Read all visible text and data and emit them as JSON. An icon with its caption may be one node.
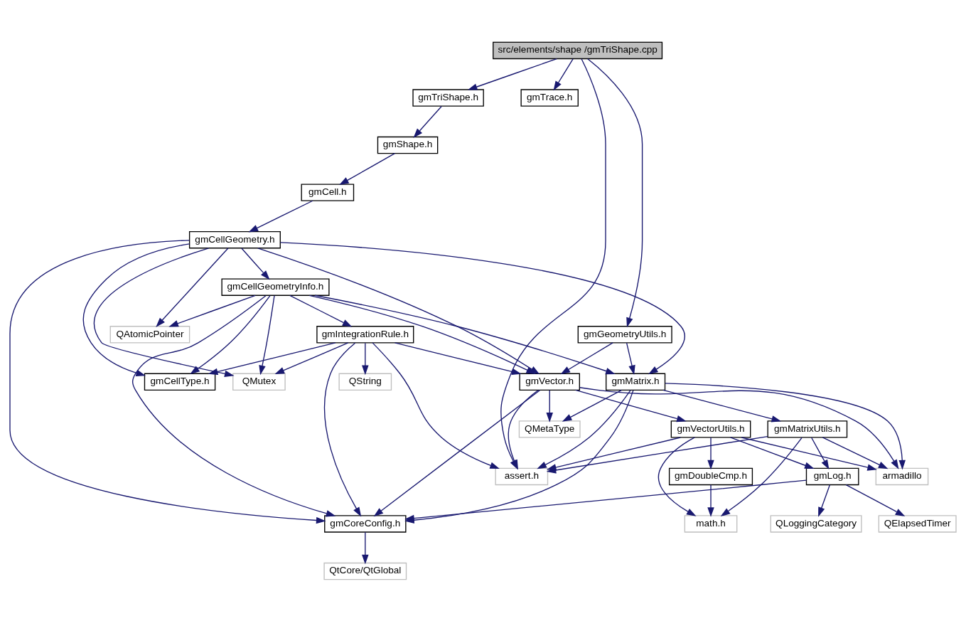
{
  "diagram": {
    "nodes": [
      {
        "text": [
          "src/elements/shape /gmTriShape.cpp"
        ]
      },
      {
        "text": [
          "gmTriShape.h"
        ]
      },
      {
        "text": [
          "gmTrace.h"
        ]
      },
      {
        "text": [
          "gmShape.h"
        ]
      },
      {
        "text": [
          "gmCell.h"
        ]
      },
      {
        "text": [
          "gmCellGeometry.h"
        ]
      },
      {
        "text": [
          "gmCellGeometryInfo.h"
        ]
      },
      {
        "text": [
          "gmGeometryUtils.h"
        ]
      },
      {
        "text": [
          "QAtomicPointer"
        ]
      },
      {
        "text": [
          "gmIntegrationRule.h"
        ]
      },
      {
        "text": [
          "gmMatrix.h"
        ]
      },
      {
        "text": [
          "gmVector.h"
        ]
      },
      {
        "text": [
          "QString"
        ]
      },
      {
        "text": [
          "gmCellType.h"
        ]
      },
      {
        "text": [
          "QMutex"
        ]
      },
      {
        "text": [
          "gmMatrixUtils.h"
        ]
      },
      {
        "text": [
          "gmVectorUtils.h"
        ]
      },
      {
        "text": [
          "QMetaType"
        ]
      },
      {
        "text": [
          "armadillo"
        ]
      },
      {
        "text": [
          "gmLog.h"
        ]
      },
      {
        "text": [
          "gmDoubleCmp.h"
        ]
      },
      {
        "text": [
          "assert.h"
        ]
      },
      {
        "text": [
          "QElapsedTimer"
        ]
      },
      {
        "text": [
          "QLoggingCategory"
        ]
      },
      {
        "text": [
          "math.h"
        ]
      },
      {
        "text": [
          "gmCoreConfig.h"
        ]
      },
      {
        "text": [
          "QtCore/QtGlobal"
        ]
      }
    ],
    "edges": [
      {
        "from": 0,
        "to": 1,
        "arrow": "to"
      },
      {
        "from": 0,
        "to": 2,
        "arrow": "to"
      },
      {
        "from": 0,
        "to": 7,
        "arrow": "to"
      },
      {
        "from": 0,
        "to": 21,
        "arrow": "to"
      },
      {
        "from": 1,
        "to": 3,
        "arrow": "to"
      },
      {
        "from": 3,
        "to": 4,
        "arrow": "to"
      },
      {
        "from": 4,
        "to": 5,
        "arrow": "to"
      },
      {
        "from": 5,
        "to": 6,
        "arrow": "to"
      },
      {
        "from": 5,
        "to": 10,
        "arrow": "to"
      },
      {
        "from": 5,
        "to": 11,
        "arrow": "to"
      },
      {
        "from": 5,
        "to": 8,
        "arrow": "to"
      },
      {
        "from": 5,
        "to": 13,
        "arrow": "to"
      },
      {
        "from": 5,
        "to": 14,
        "arrow": "to"
      },
      {
        "from": 5,
        "to": 25,
        "arrow": "to"
      },
      {
        "from": 6,
        "to": 8,
        "arrow": "to"
      },
      {
        "from": 6,
        "to": 10,
        "arrow": "to"
      },
      {
        "from": 6,
        "to": 11,
        "arrow": "to"
      },
      {
        "from": 6,
        "to": 9,
        "arrow": "to"
      },
      {
        "from": 6,
        "to": 13,
        "arrow": "to"
      },
      {
        "from": 6,
        "to": 14,
        "arrow": "to"
      },
      {
        "from": 6,
        "to": 25,
        "arrow": "to"
      },
      {
        "from": 7,
        "to": 10,
        "arrow": "to"
      },
      {
        "from": 7,
        "to": 11,
        "arrow": "to"
      },
      {
        "from": 9,
        "to": 11,
        "arrow": "to"
      },
      {
        "from": 9,
        "to": 12,
        "arrow": "to"
      },
      {
        "from": 9,
        "to": 13,
        "arrow": "to"
      },
      {
        "from": 9,
        "to": 14,
        "arrow": "to"
      },
      {
        "from": 9,
        "to": 21,
        "arrow": "to"
      },
      {
        "from": 9,
        "to": 25,
        "arrow": "to"
      },
      {
        "from": 10,
        "to": 15,
        "arrow": "to"
      },
      {
        "from": 10,
        "to": 18,
        "arrow": "to"
      },
      {
        "from": 10,
        "to": 17,
        "arrow": "to"
      },
      {
        "from": 10,
        "to": 21,
        "arrow": "to"
      },
      {
        "from": 10,
        "to": 25,
        "arrow": "to"
      },
      {
        "from": 11,
        "to": 16,
        "arrow": "to"
      },
      {
        "from": 11,
        "to": 18,
        "arrow": "to"
      },
      {
        "from": 11,
        "to": 17,
        "arrow": "to"
      },
      {
        "from": 11,
        "to": 21,
        "arrow": "to"
      },
      {
        "from": 11,
        "to": 25,
        "arrow": "to"
      },
      {
        "from": 15,
        "to": 18,
        "arrow": "to"
      },
      {
        "from": 15,
        "to": 19,
        "arrow": "to"
      },
      {
        "from": 15,
        "to": 24,
        "arrow": "to"
      },
      {
        "from": 15,
        "to": 21,
        "arrow": "to"
      },
      {
        "from": 16,
        "to": 18,
        "arrow": "to"
      },
      {
        "from": 16,
        "to": 19,
        "arrow": "to"
      },
      {
        "from": 16,
        "to": 20,
        "arrow": "to"
      },
      {
        "from": 16,
        "to": 24,
        "arrow": "to"
      },
      {
        "from": 16,
        "to": 21,
        "arrow": "to"
      },
      {
        "from": 19,
        "to": 22,
        "arrow": "to"
      },
      {
        "from": 19,
        "to": 23,
        "arrow": "to"
      },
      {
        "from": 19,
        "to": 25,
        "arrow": "to"
      },
      {
        "from": 20,
        "to": 24,
        "arrow": "to"
      },
      {
        "from": 25,
        "to": 26,
        "arrow": "to"
      }
    ]
  }
}
